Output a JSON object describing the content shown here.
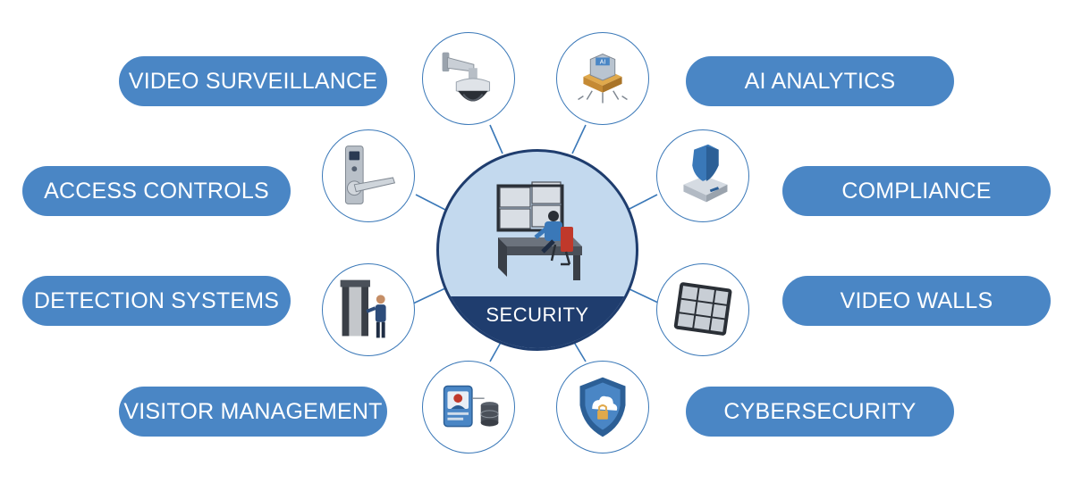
{
  "center": {
    "label": "SECURITY",
    "icon": "security-operator-icon"
  },
  "services": [
    {
      "id": "video-surveillance",
      "label": "VIDEO SURVEILLANCE",
      "icon": "dome-camera-icon"
    },
    {
      "id": "access-controls",
      "label": "ACCESS CONTROLS",
      "icon": "door-lock-icon"
    },
    {
      "id": "detection-systems",
      "label": "DETECTION SYSTEMS",
      "icon": "metal-detector-icon"
    },
    {
      "id": "visitor-management",
      "label": "VISITOR MANAGEMENT",
      "icon": "id-card-database-icon"
    },
    {
      "id": "ai-analytics",
      "label": "AI ANALYTICS",
      "icon": "ai-chip-icon"
    },
    {
      "id": "compliance",
      "label": "COMPLIANCE",
      "icon": "shield-server-icon"
    },
    {
      "id": "video-walls",
      "label": "VIDEO WALLS",
      "icon": "video-wall-icon"
    },
    {
      "id": "cybersecurity",
      "label": "CYBERSECURITY",
      "icon": "cloud-lock-shield-icon"
    }
  ],
  "colors": {
    "pill": "#4a86c5",
    "center_band": "#1f3d6e",
    "center_fill": "#c3d9ee",
    "outline": "#3a78b8"
  }
}
